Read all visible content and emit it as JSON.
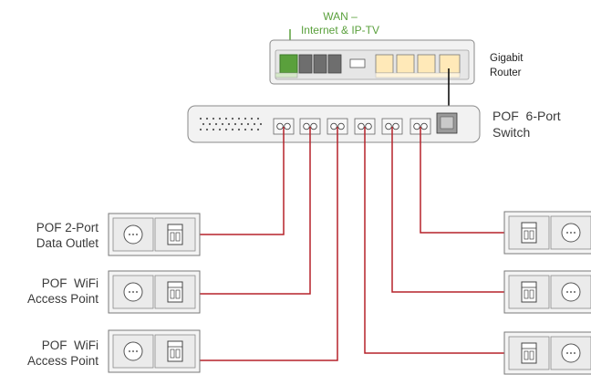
{
  "wan_label": {
    "line1": "WAN –",
    "line2": "Internet & IP-TV"
  },
  "router_label": {
    "line1": "Gigabit",
    "line2": "Router"
  },
  "switch_label": {
    "line1": "POF  6-Port",
    "line2": "Switch"
  },
  "outlets": [
    {
      "line1": "POF 2-Port",
      "line2": "Data Outlet"
    },
    {
      "line1": "POF  WiFi",
      "line2": "Access Point"
    },
    {
      "line1": "POF  WiFi",
      "line2": "Access Point"
    }
  ],
  "colors": {
    "wan": "#5aa03c",
    "pof_cable": "#b5222a",
    "device_fill": "#eeeeee",
    "device_stroke": "#7a7a7a"
  }
}
